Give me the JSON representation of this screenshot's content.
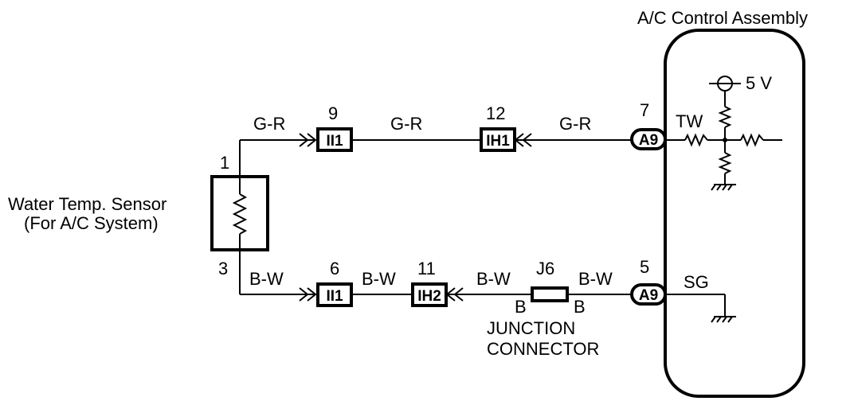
{
  "title": "A/C Control Assembly",
  "sensor": {
    "line1": "Water Temp. Sensor",
    "line2": "(For A/C System)",
    "pin_top": "1",
    "pin_bottom": "3"
  },
  "upper": {
    "wire1": "G-R",
    "wire2": "G-R",
    "wire3": "G-R",
    "conn1": {
      "pin": "9",
      "label": "II1"
    },
    "conn2": {
      "pin": "12",
      "label": "IH1"
    },
    "conn3": {
      "pin": "7",
      "label": "A9"
    },
    "signal": "TW",
    "supply": "5 V"
  },
  "lower": {
    "wire1": "B-W",
    "wire2": "B-W",
    "wire3": "B-W",
    "wire4": "B-W",
    "conn1": {
      "pin": "6",
      "label": "II1"
    },
    "conn2": {
      "pin": "11",
      "label": "IH2"
    },
    "junction": {
      "id": "J6",
      "pin_left": "B",
      "pin_right": "B",
      "line1": "JUNCTION",
      "line2": "CONNECTOR"
    },
    "conn3": {
      "pin": "5",
      "label": "A9"
    },
    "signal": "SG"
  }
}
